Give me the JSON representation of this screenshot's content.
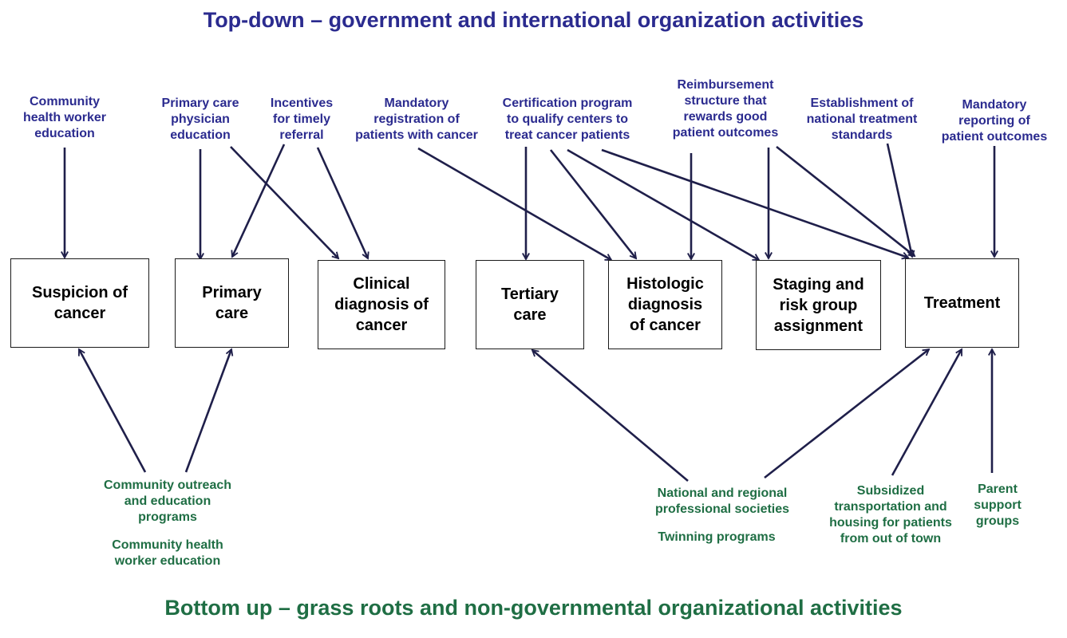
{
  "top_title": "Top-down – government and international organization activities",
  "bottom_title": "Bottom up – grass roots and non-governmental organizational activities",
  "colors": {
    "top": "#2b2b8f",
    "bottom": "#1f6e44",
    "box_border": "#1a1a1a",
    "arrow": "#1f1f4a"
  },
  "stages": [
    {
      "id": "suspicion",
      "lines": [
        "Suspicion of",
        "cancer"
      ]
    },
    {
      "id": "primary",
      "lines": [
        "Primary",
        "care"
      ]
    },
    {
      "id": "clinical",
      "lines": [
        "Clinical",
        "diagnosis of",
        "cancer"
      ]
    },
    {
      "id": "tertiary",
      "lines": [
        "Tertiary",
        "care"
      ]
    },
    {
      "id": "histologic",
      "lines": [
        "Histologic",
        "diagnosis",
        "of cancer"
      ]
    },
    {
      "id": "staging",
      "lines": [
        "Staging and",
        "risk group",
        "assignment"
      ]
    },
    {
      "id": "treatment",
      "lines": [
        "Treatment"
      ]
    }
  ],
  "top_activities": [
    {
      "id": "chw-edu",
      "lines": [
        "Community",
        "health worker",
        "education"
      ],
      "targets": [
        "suspicion"
      ]
    },
    {
      "id": "pcp-edu",
      "lines": [
        "Primary care",
        "physician",
        "education"
      ],
      "targets": [
        "primary",
        "clinical"
      ]
    },
    {
      "id": "incentives",
      "lines": [
        "Incentives",
        "for timely",
        "referral"
      ],
      "targets": [
        "primary",
        "clinical"
      ]
    },
    {
      "id": "mand-reg",
      "lines": [
        "Mandatory",
        "registration of",
        "patients with cancer"
      ],
      "targets": [
        "histologic"
      ]
    },
    {
      "id": "cert",
      "lines": [
        "Certification program",
        "to qualify centers to",
        "treat cancer patients"
      ],
      "targets": [
        "tertiary",
        "histologic",
        "staging",
        "treatment"
      ]
    },
    {
      "id": "reimb",
      "lines": [
        "Reimbursement",
        "structure that",
        "rewards good",
        "patient outcomes"
      ],
      "targets": [
        "histologic"
      ]
    },
    {
      "id": "standards",
      "lines": [
        "Establishment of",
        "national treatment",
        "standards"
      ],
      "targets": [
        "staging",
        "treatment",
        "treatment"
      ]
    },
    {
      "id": "mand-rep",
      "lines": [
        "Mandatory",
        "reporting of",
        "patient outcomes"
      ],
      "targets": [
        "treatment"
      ]
    }
  ],
  "bottom_activities": [
    {
      "id": "outreach",
      "lines": [
        "Community outreach",
        "and education",
        "programs"
      ],
      "targets": [
        "suspicion",
        "primary"
      ]
    },
    {
      "id": "chw-edu-b",
      "lines": [
        "Community health",
        "worker education"
      ],
      "targets": []
    },
    {
      "id": "societies",
      "lines": [
        "National and regional",
        "professional societies"
      ],
      "targets": [
        "tertiary",
        "treatment"
      ]
    },
    {
      "id": "twinning",
      "lines": [
        "Twinning programs"
      ],
      "targets": []
    },
    {
      "id": "transport",
      "lines": [
        "Subsidized",
        "transportation and",
        "housing for patients",
        "from out of town"
      ],
      "targets": [
        "treatment"
      ]
    },
    {
      "id": "parents",
      "lines": [
        "Parent",
        "support",
        "groups"
      ],
      "targets": [
        "treatment"
      ]
    }
  ]
}
